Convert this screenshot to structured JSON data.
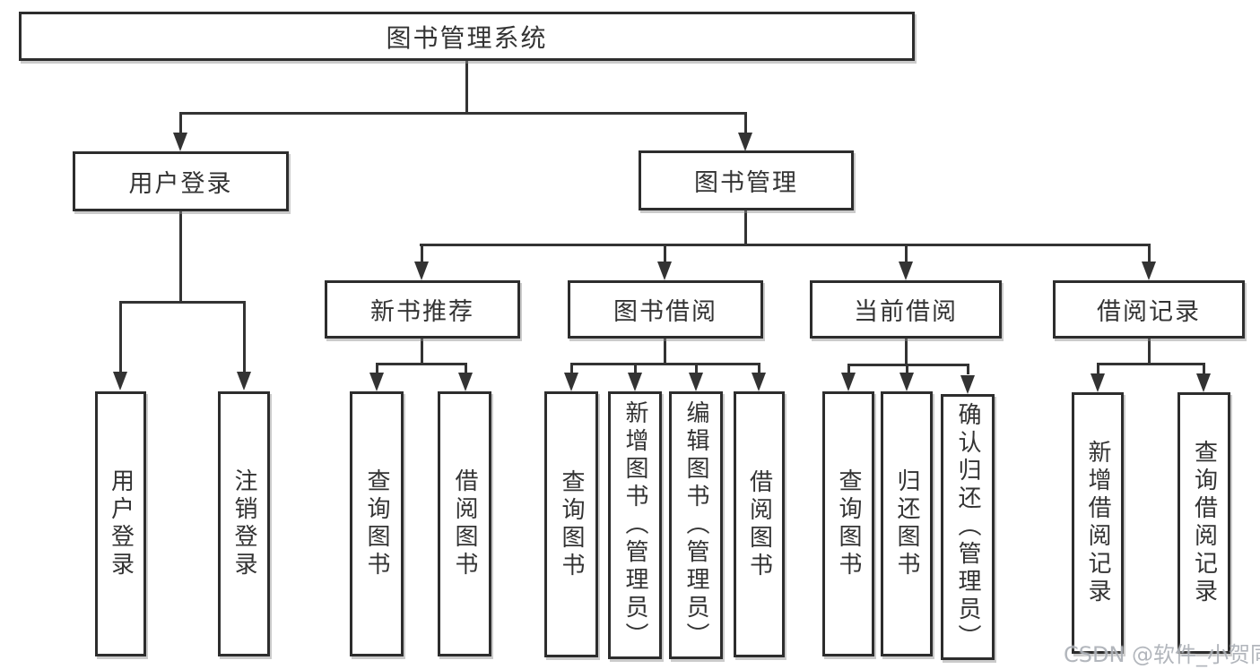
{
  "tree": {
    "label": "图书管理系统",
    "children": [
      {
        "label": "用户登录",
        "children": [
          {
            "label": "用户登录"
          },
          {
            "label": "注销登录"
          }
        ]
      },
      {
        "label": "图书管理",
        "children": [
          {
            "label": "新书推荐",
            "children": [
              {
                "label": "查询图书"
              },
              {
                "label": "借阅图书"
              }
            ]
          },
          {
            "label": "图书借阅",
            "children": [
              {
                "label": "查询图书"
              },
              {
                "label": "新增图书（管理员）"
              },
              {
                "label": "编辑图书（管理员）"
              },
              {
                "label": "借阅图书"
              }
            ]
          },
          {
            "label": "当前借阅",
            "children": [
              {
                "label": "查询图书"
              },
              {
                "label": "归还图书"
              },
              {
                "label": "确认归还（管理员）"
              }
            ]
          },
          {
            "label": "借阅记录",
            "children": [
              {
                "label": "新增借阅记录"
              },
              {
                "label": "查询借阅记录"
              }
            ]
          }
        ]
      }
    ]
  },
  "watermark": {
    "text": "CSDN @软件_小贺同学"
  },
  "colors": {
    "line": "#333333",
    "border": "#2d2d2d",
    "text": "#333333",
    "background": "#ffffff",
    "watermark": "#a5a9b0"
  }
}
